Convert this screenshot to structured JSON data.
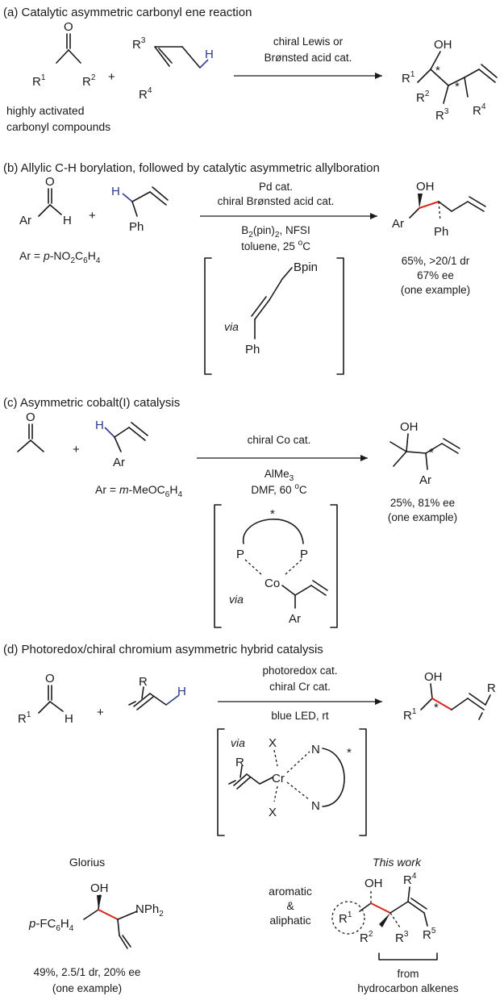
{
  "section_a": {
    "heading": "(a) Catalytic asymmetric carbonyl ene reaction",
    "cond_1": "chiral Lewis or",
    "cond_2": "Brønsted acid cat.",
    "sub_1": "highly activated",
    "sub_2": "carbonyl compounds",
    "plus": "+"
  },
  "section_b": {
    "heading": "(b) Allylic C-H borylation, followed by catalytic asymmetric allylboration",
    "cond_1": "Pd cat.",
    "cond_2": "chiral Brønsted acid cat.",
    "cond_3": "B2(pin)2, NFSI",
    "cond_4": "toluene, 25 oC",
    "ar_def": "Ar = p-NO2C6H4",
    "via": "via",
    "bpin": "Bpin",
    "result_1": "65%, >20/1 dr",
    "result_2": "67% ee",
    "result_3": "(one example)",
    "plus": "+"
  },
  "section_c": {
    "heading": "(c) Asymmetric cobalt(I) catalysis",
    "cond_1": "chiral Co cat.",
    "cond_2": "AlMe3",
    "cond_3": "DMF, 60 oC",
    "ar_def": "Ar = m-MeOC6H4",
    "via": "via",
    "result_1": "25%, 81% ee",
    "result_2": "(one example)",
    "plus": "+"
  },
  "section_d": {
    "heading": "(d) Photoredox/chiral chromium asymmetric hybrid catalysis",
    "cond_1": "photoredox cat.",
    "cond_2": "chiral Cr cat.",
    "cond_3": "blue LED, rt",
    "via": "via",
    "plus": "+"
  },
  "glorius": {
    "title": "Glorius",
    "result_1": "49%, 2.5/1 dr, 20% ee",
    "result_2": "(one example)"
  },
  "this_work": {
    "title": "This work",
    "side_1": "aromatic",
    "side_2": "&",
    "side_3": "aliphatic",
    "from_1": "from",
    "from_2": "hydrocarbon alkenes"
  },
  "atoms": {
    "O": "O",
    "OH": "OH",
    "H": "H",
    "Ar": "Ar",
    "Ph": "Ph",
    "P": "P",
    "Co": "Co",
    "Cr": "Cr",
    "N": "N",
    "X": "X",
    "R": "R",
    "star": "*"
  },
  "colors": {
    "red_bond": "#d9261c",
    "blue_h": "#2b3a8c"
  }
}
